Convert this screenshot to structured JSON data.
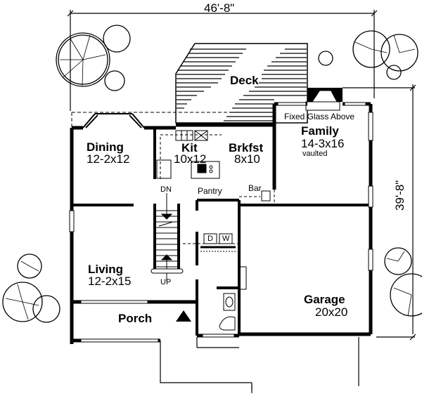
{
  "plan": {
    "overall_width": "46'-8\"",
    "overall_depth": "39'-8\"",
    "rooms": {
      "deck": {
        "name": "Deck"
      },
      "dining": {
        "name": "Dining",
        "size": "12-2x12"
      },
      "kitchen": {
        "name": "Kit",
        "size": "10x12"
      },
      "breakfast": {
        "name": "Brkfst",
        "size": "8x10"
      },
      "family": {
        "name": "Family",
        "size": "14-3x16",
        "note": "vaulted"
      },
      "living": {
        "name": "Living",
        "size": "12-2x15"
      },
      "porch": {
        "name": "Porch"
      },
      "garage": {
        "name": "Garage",
        "size": "20x20"
      }
    },
    "annotations": {
      "fixed_glass": "Fixed Glass Above",
      "pantry": "Pantry",
      "bar": "Bar",
      "stairs_down": "DN",
      "stairs_up": "UP",
      "dryer": "D",
      "washer": "W"
    }
  }
}
